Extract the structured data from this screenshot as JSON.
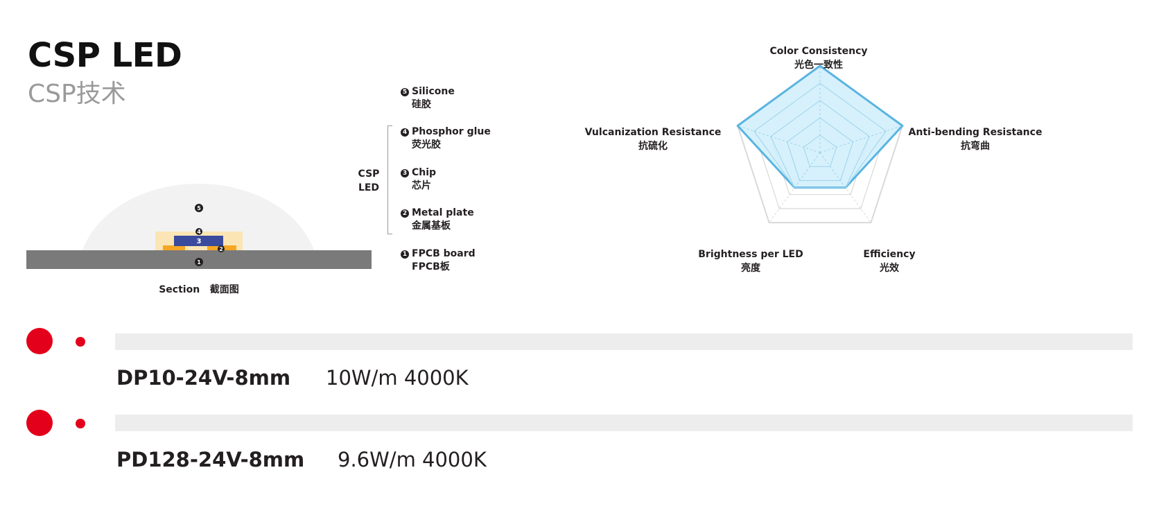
{
  "header": {
    "title": "CSP LED",
    "subtitle": "CSP技术"
  },
  "section_diagram": {
    "caption": "Section   截面图",
    "markers": [
      "1",
      "2",
      "3",
      "4",
      "5"
    ]
  },
  "layers": {
    "group_label_line1": "CSP",
    "group_label_line2": "LED",
    "items": [
      {
        "number": "5",
        "name": "Silicone",
        "name_cn": "硅胶"
      },
      {
        "number": "4",
        "name": "Phosphor glue",
        "name_cn": "荧光胶"
      },
      {
        "number": "3",
        "name": "Chip",
        "name_cn": "芯片"
      },
      {
        "number": "2",
        "name": "Metal plate",
        "name_cn": "金属基板"
      },
      {
        "number": "1",
        "name": "FPCB board",
        "name_cn": "FPCB板"
      }
    ]
  },
  "radar": {
    "axes": [
      {
        "name": "Color Consistency",
        "name_cn": "光色一致性",
        "value": 1.0
      },
      {
        "name": "Anti-bending Resistance",
        "name_cn": "抗弯曲",
        "value": 1.0
      },
      {
        "name": "Efficiency",
        "name_cn": "光效",
        "value": 0.5
      },
      {
        "name": "Brightness per LED",
        "name_cn": "亮度",
        "value": 0.5
      },
      {
        "name": "Vulcanization Resistance",
        "name_cn": "抗硫化",
        "value": 1.0
      }
    ],
    "colors": {
      "fill": "#cfeefb",
      "stroke": "#5ab4e0",
      "grid": "#d9d9d9"
    }
  },
  "products": [
    {
      "model": "DP10-24V-8mm",
      "spec": "10W/m  4000K"
    },
    {
      "model": "PD128-24V-8mm",
      "spec": "9.6W/m  4000K"
    }
  ],
  "colors": {
    "accent": "#e3001b",
    "bar": "#ededed"
  }
}
